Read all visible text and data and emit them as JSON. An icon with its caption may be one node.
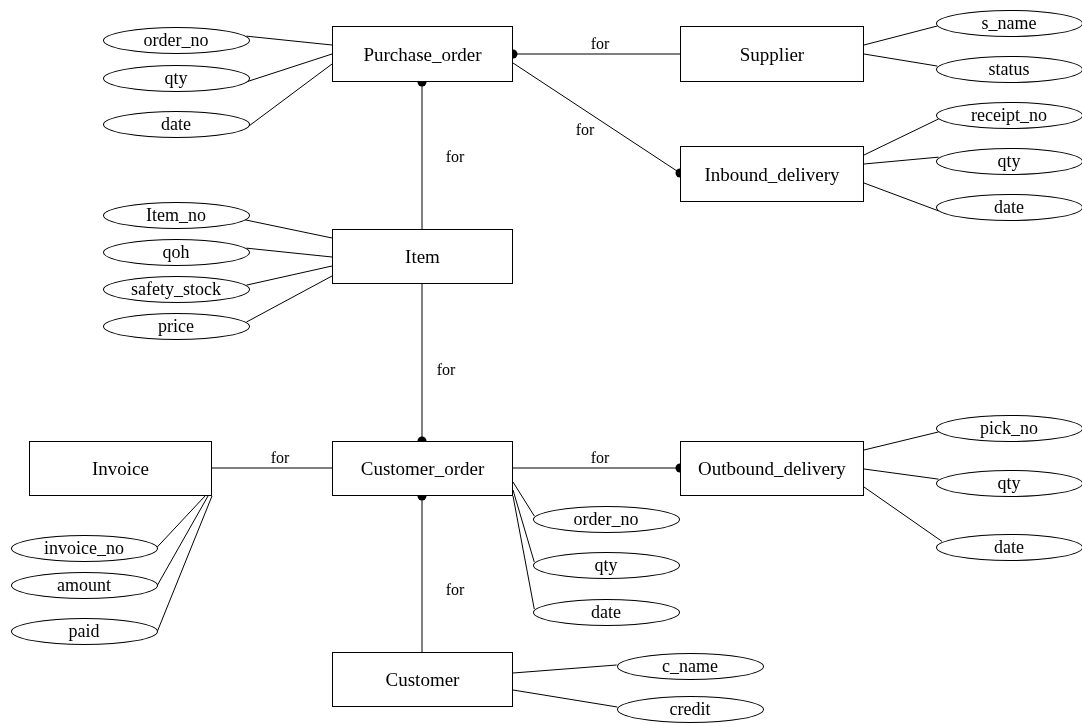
{
  "diagram": {
    "nodes": [
      {
        "text": [
          "order_no"
        ]
      },
      {
        "text": [
          "Purchase_order"
        ]
      },
      {
        "text": [
          "Supplier"
        ]
      },
      {
        "text": [
          "s_name"
        ]
      },
      {
        "text": [
          "qty"
        ]
      },
      {
        "text": [
          "status"
        ]
      },
      {
        "text": [
          "date"
        ]
      },
      {
        "text": [
          "receipt_no"
        ]
      },
      {
        "text": [
          "Inbound_delivery"
        ]
      },
      {
        "text": [
          "qty"
        ]
      },
      {
        "text": [
          "date"
        ]
      },
      {
        "text": [
          "Item_no"
        ]
      },
      {
        "text": [
          "Item"
        ]
      },
      {
        "text": [
          "qoh"
        ]
      },
      {
        "text": [
          "safety_stock"
        ]
      },
      {
        "text": [
          "price"
        ]
      },
      {
        "text": [
          "pick_no"
        ]
      },
      {
        "text": [
          "Invoice"
        ]
      },
      {
        "text": [
          "Customer_order"
        ]
      },
      {
        "text": [
          "Outbound_delivery"
        ]
      },
      {
        "text": [
          "qty"
        ]
      },
      {
        "text": [
          "order_no"
        ]
      },
      {
        "text": [
          "invoice_no"
        ]
      },
      {
        "text": [
          "qty"
        ]
      },
      {
        "text": [
          "amount"
        ]
      },
      {
        "text": [
          "date"
        ]
      },
      {
        "text": [
          "date"
        ]
      },
      {
        "text": [
          "paid"
        ]
      },
      {
        "text": [
          "Customer"
        ]
      },
      {
        "text": [
          "c_name"
        ]
      },
      {
        "text": [
          "credit"
        ]
      }
    ],
    "edges": [
      {
        "from": 2,
        "to": 1,
        "arrow": "other",
        "label": "for"
      },
      {
        "from": 1,
        "to": 8,
        "arrow": "other",
        "label": "for"
      },
      {
        "from": 12,
        "to": 1,
        "arrow": "other",
        "label": "for"
      },
      {
        "from": 12,
        "to": 18,
        "arrow": "other",
        "label": "for"
      },
      {
        "from": 17,
        "to": 18,
        "arrow": "none",
        "label": "for"
      },
      {
        "from": 18,
        "to": 19,
        "arrow": "other",
        "label": "for"
      },
      {
        "from": 28,
        "to": 18,
        "arrow": "other",
        "label": "for"
      },
      {
        "from": 0,
        "to": 1,
        "arrow": "none"
      },
      {
        "from": 4,
        "to": 1,
        "arrow": "none"
      },
      {
        "from": 6,
        "to": 1,
        "arrow": "none"
      },
      {
        "from": 11,
        "to": 12,
        "arrow": "none"
      },
      {
        "from": 13,
        "to": 12,
        "arrow": "none"
      },
      {
        "from": 14,
        "to": 12,
        "arrow": "none"
      },
      {
        "from": 15,
        "to": 12,
        "arrow": "none"
      },
      {
        "from": 3,
        "to": 2,
        "arrow": "none"
      },
      {
        "from": 5,
        "to": 2,
        "arrow": "none"
      },
      {
        "from": 7,
        "to": 8,
        "arrow": "none"
      },
      {
        "from": 9,
        "to": 8,
        "arrow": "none"
      },
      {
        "from": 10,
        "to": 8,
        "arrow": "none"
      },
      {
        "from": 16,
        "to": 19,
        "arrow": "none"
      },
      {
        "from": 20,
        "to": 19,
        "arrow": "none"
      },
      {
        "from": 25,
        "to": 19,
        "arrow": "none"
      },
      {
        "from": 21,
        "to": 18,
        "arrow": "none"
      },
      {
        "from": 23,
        "to": 18,
        "arrow": "none"
      },
      {
        "from": 26,
        "to": 18,
        "arrow": "none"
      },
      {
        "from": 22,
        "to": 17,
        "arrow": "none"
      },
      {
        "from": 24,
        "to": 17,
        "arrow": "none"
      },
      {
        "from": 27,
        "to": 17,
        "arrow": "none"
      },
      {
        "from": 29,
        "to": 28,
        "arrow": "none"
      },
      {
        "from": 30,
        "to": 28,
        "arrow": "none"
      }
    ]
  }
}
